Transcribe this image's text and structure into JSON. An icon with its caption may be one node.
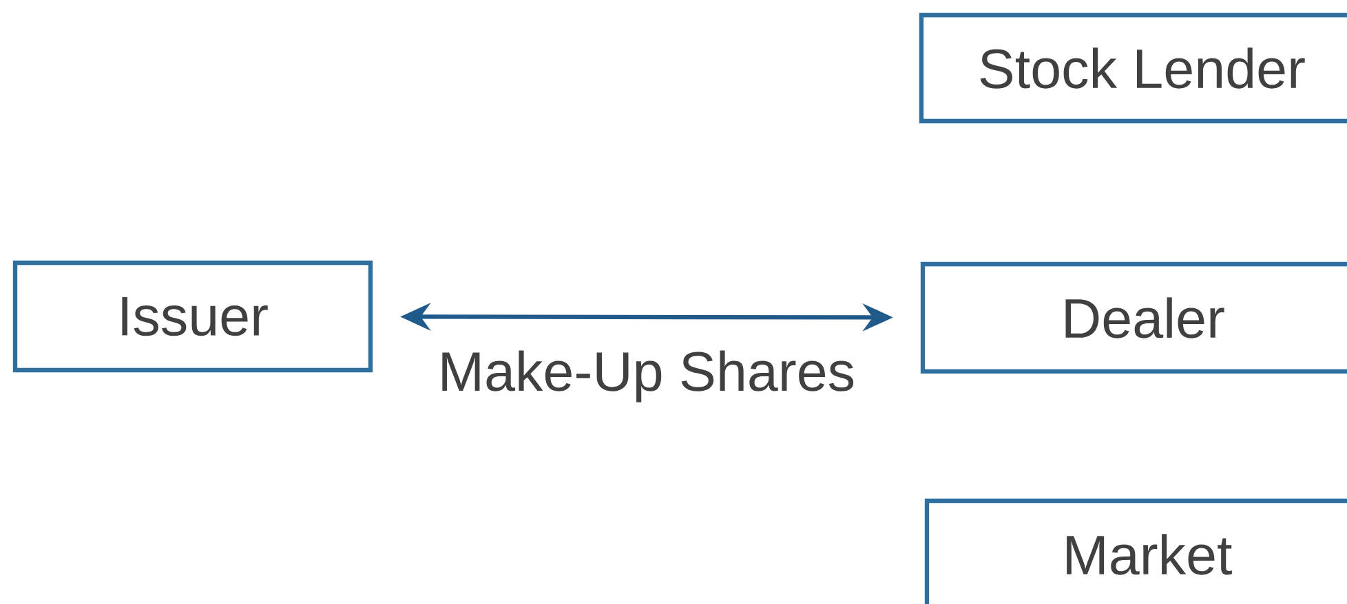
{
  "diagram": {
    "nodes": [
      {
        "text": [
          "Stock Lender"
        ]
      },
      {
        "text": [
          "Issuer"
        ]
      },
      {
        "text": [
          "Dealer"
        ]
      },
      {
        "text": [
          "Market"
        ]
      }
    ],
    "edges": [
      {
        "from": 1,
        "to": 2,
        "arrow": "both",
        "label": "Make-Up Shares"
      }
    ]
  }
}
